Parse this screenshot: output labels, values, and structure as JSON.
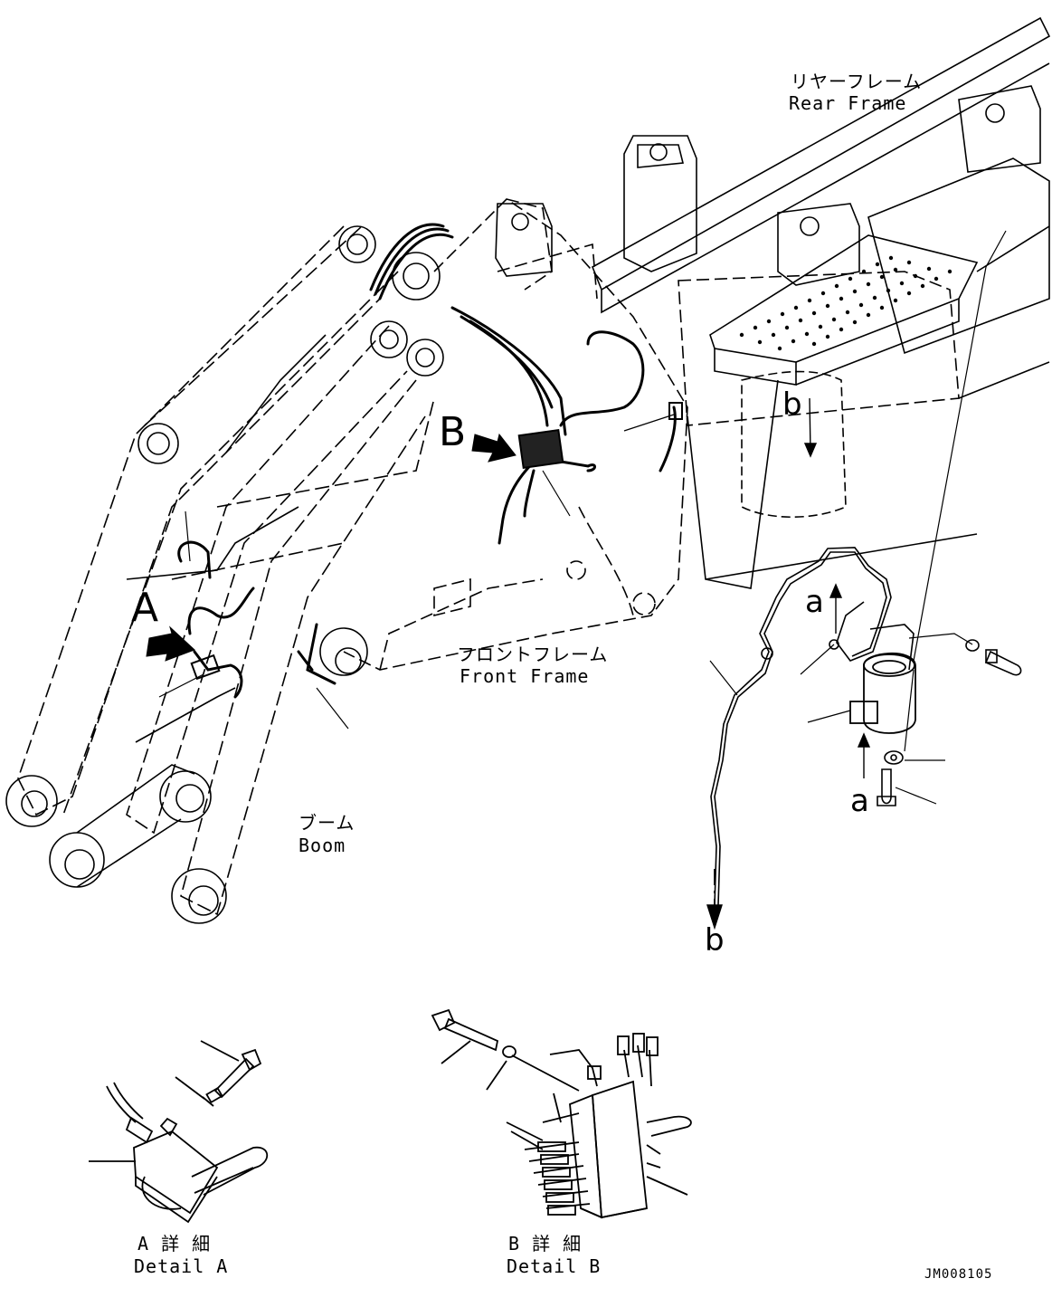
{
  "labels": {
    "rear_frame_jp": "リヤーフレーム",
    "rear_frame_en": "Rear Frame",
    "front_frame_jp": "フロントフレーム",
    "front_frame_en": "Front Frame",
    "boom_jp": "ブーム",
    "boom_en": "Boom",
    "detail_a_jp": "A 詳 細",
    "detail_a_en": "Detail A",
    "detail_b_jp": "B 詳 細",
    "detail_b_en": "Detail B",
    "callout_a": "A",
    "callout_b": "B",
    "ref_a_upper": "a",
    "ref_a_lower": "a",
    "ref_b_upper": "b",
    "ref_b_lower": "b",
    "drawing_number": "JM008105"
  }
}
